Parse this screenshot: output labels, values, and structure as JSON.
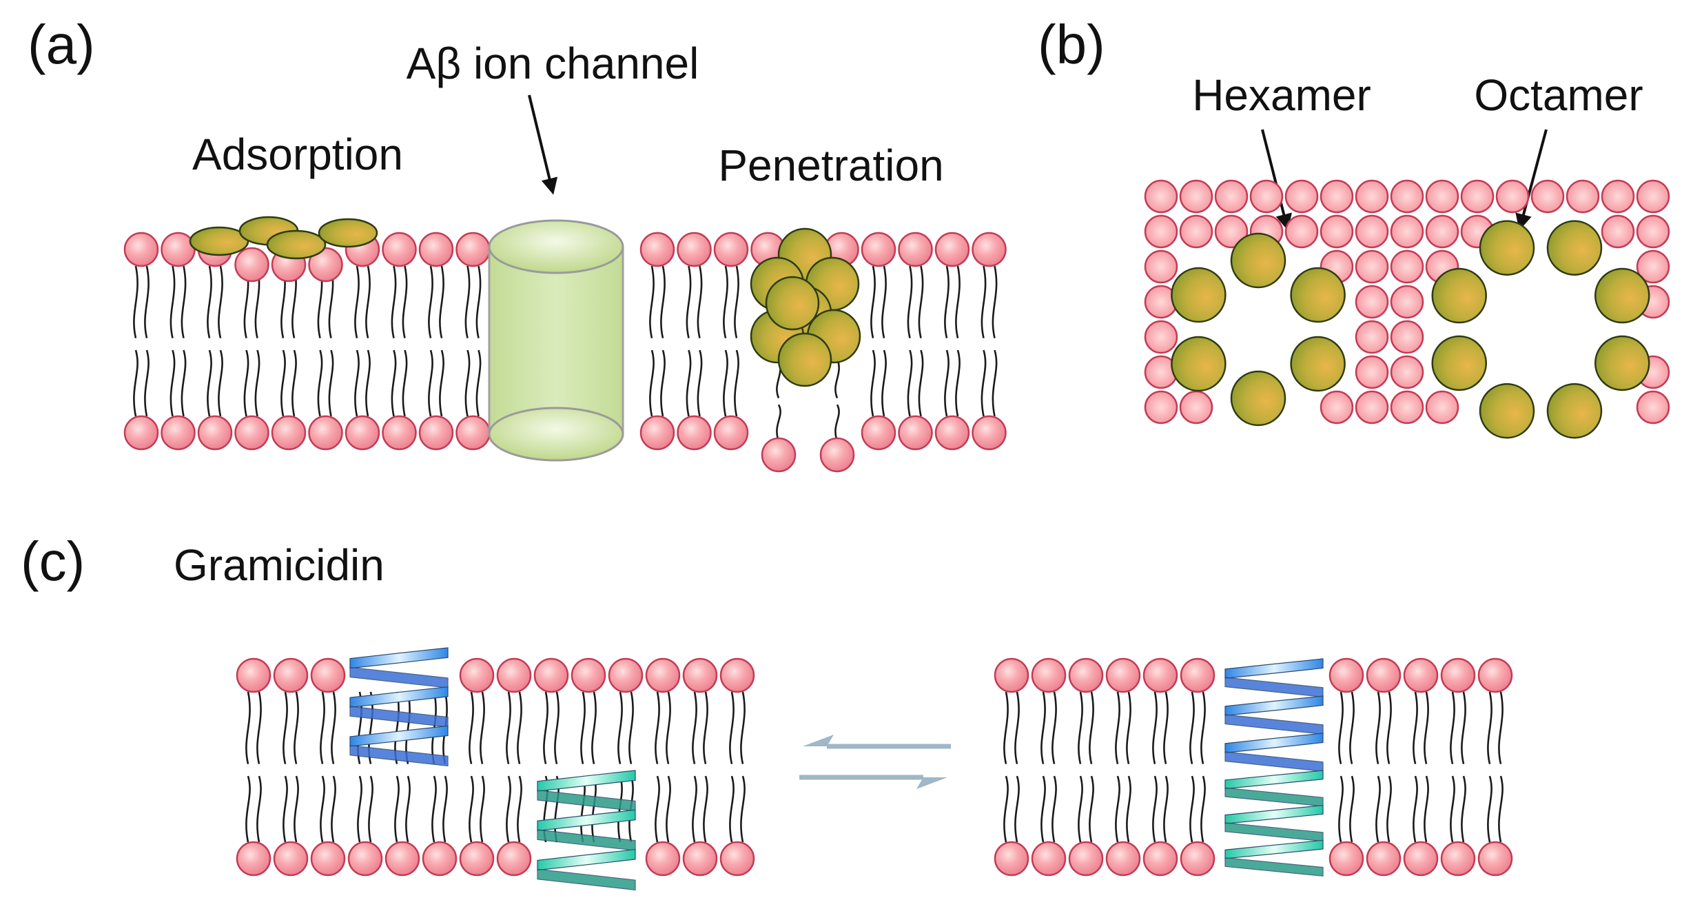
{
  "panels": {
    "a": {
      "letter": "(a)",
      "channel_label": "Aβ ion channel",
      "adsorption_label": "Adsorption",
      "penetration_label": "Penetration"
    },
    "b": {
      "letter": "(b)",
      "hexamer_label": "Hexamer",
      "octamer_label": "Octamer"
    },
    "c": {
      "letter": "(c)",
      "title": "Gramicidin"
    }
  },
  "colors": {
    "lipid_head": "#f5a0a8",
    "lipid_head_edge": "#c23b55",
    "peptide_green": "#a4a83c",
    "peptide_gold": "#e2b54a",
    "channel_green": "#cfe3a6",
    "helix_blue": "#3aa0ee",
    "helix_teal": "#3fd6b8",
    "equilibrium_arrow": "#9fb7c7"
  }
}
